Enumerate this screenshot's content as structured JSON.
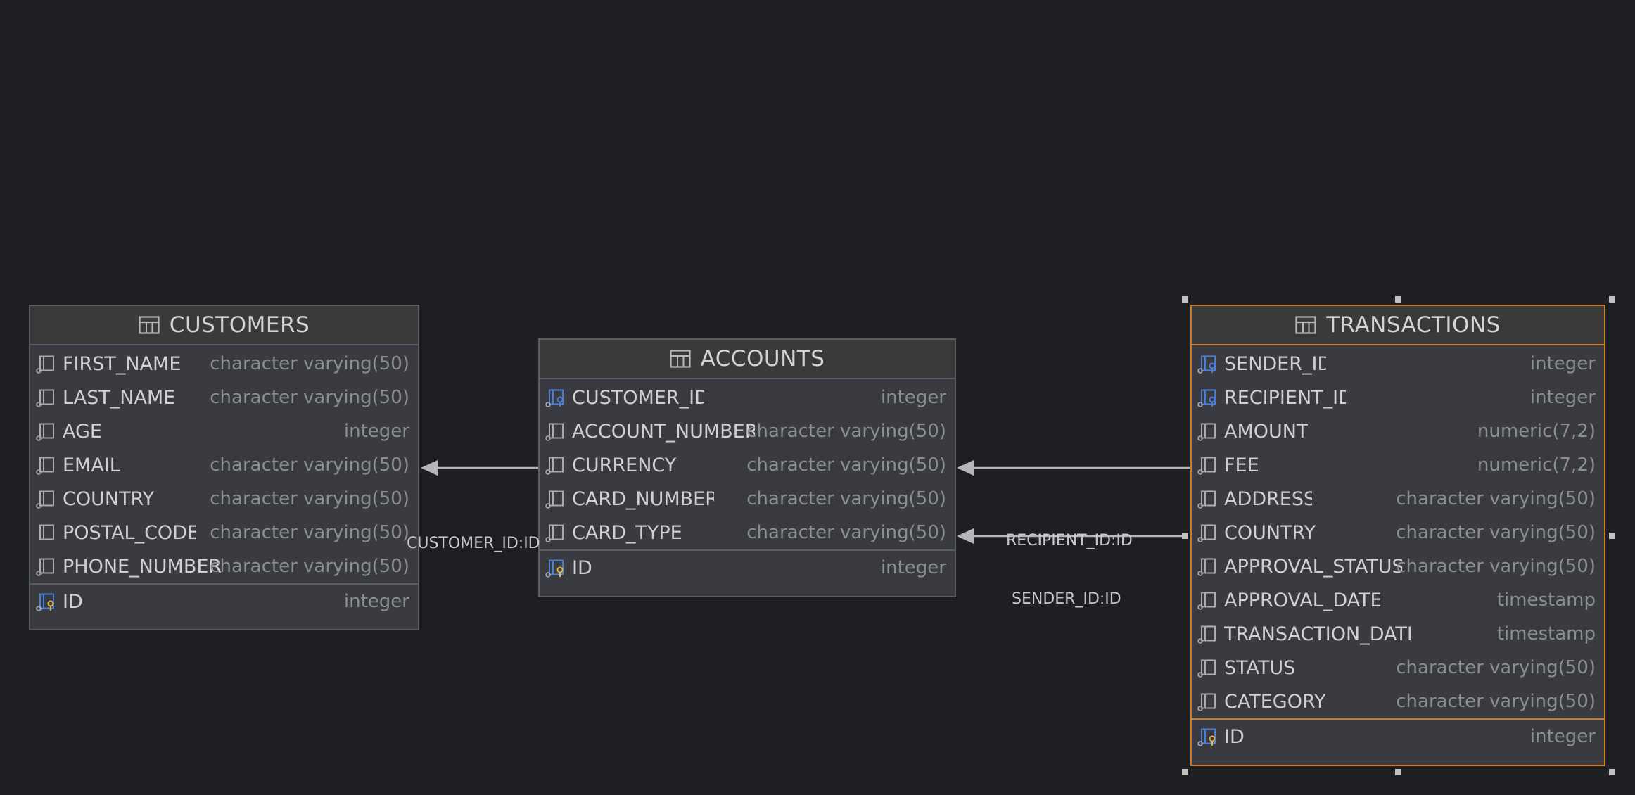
{
  "entities": {
    "customers": {
      "title": "CUSTOMERS",
      "columns": [
        {
          "name": "FIRST_NAME",
          "type": "character varying(50)"
        },
        {
          "name": "LAST_NAME",
          "type": "character varying(50)"
        },
        {
          "name": "AGE",
          "type": "integer"
        },
        {
          "name": "EMAIL",
          "type": "character varying(50)"
        },
        {
          "name": "COUNTRY",
          "type": "character varying(50)"
        },
        {
          "name": "POSTAL_CODE",
          "type": "character varying(50)"
        },
        {
          "name": "PHONE_NUMBER",
          "type": "character varying(50)"
        }
      ],
      "pk": {
        "name": "ID",
        "type": "integer"
      }
    },
    "accounts": {
      "title": "ACCOUNTS",
      "columns": [
        {
          "name": "CUSTOMER_ID",
          "type": "integer"
        },
        {
          "name": "ACCOUNT_NUMBER",
          "type": "character varying(50)"
        },
        {
          "name": "CURRENCY",
          "type": "character varying(50)"
        },
        {
          "name": "CARD_NUMBER",
          "type": "character varying(50)"
        },
        {
          "name": "CARD_TYPE",
          "type": "character varying(50)"
        }
      ],
      "pk": {
        "name": "ID",
        "type": "integer"
      }
    },
    "transactions": {
      "title": "TRANSACTIONS",
      "columns": [
        {
          "name": "SENDER_ID",
          "type": "integer"
        },
        {
          "name": "RECIPIENT_ID",
          "type": "integer"
        },
        {
          "name": "AMOUNT",
          "type": "numeric(7,2)"
        },
        {
          "name": "FEE",
          "type": "numeric(7,2)"
        },
        {
          "name": "ADDRESS",
          "type": "character varying(50)"
        },
        {
          "name": "COUNTRY",
          "type": "character varying(50)"
        },
        {
          "name": "APPROVAL_STATUS",
          "type": "character varying(50)"
        },
        {
          "name": "APPROVAL_DATE",
          "type": "timestamp"
        },
        {
          "name": "TRANSACTION_DATE",
          "type": "timestamp"
        },
        {
          "name": "STATUS",
          "type": "character varying(50)"
        },
        {
          "name": "CATEGORY",
          "type": "character varying(50)"
        }
      ],
      "pk": {
        "name": "ID",
        "type": "integer"
      }
    }
  },
  "relations": {
    "customer_id": "CUSTOMER_ID:ID",
    "recipient_id": "RECIPIENT_ID:ID",
    "sender_id": "SENDER_ID:ID"
  },
  "icons": {
    "table": "table-icon",
    "column": "column-icon",
    "foreign_key": "foreign-key-column-icon",
    "primary_key": "primary-key-column-icon"
  },
  "colors": {
    "canvas_bg": "#1e1f22",
    "entity_bg": "#393b40",
    "selection_border": "#c97a2a",
    "fk_icon": "#4a7fd8",
    "pk_icon": "#e3b341",
    "connector": "#b4b6b8"
  }
}
